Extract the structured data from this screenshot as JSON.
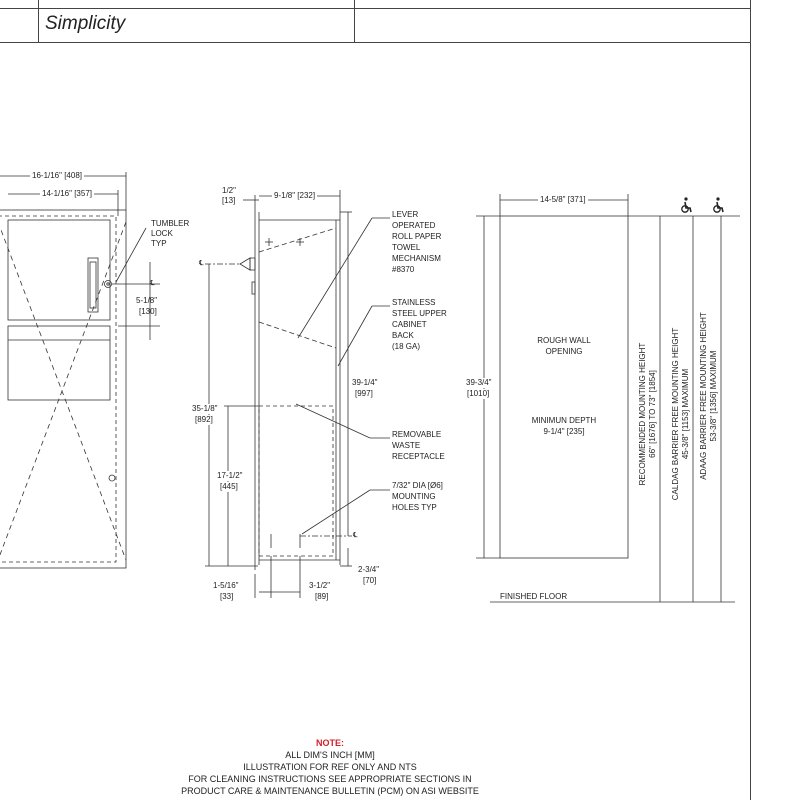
{
  "header": {
    "title": "Simplicity"
  },
  "view_front": {
    "dim_overall_width": "16-1/16\" [408]",
    "dim_inner_width": "14-1/16\" [357]",
    "callout_lock": [
      "TUMBLER",
      "LOCK",
      "TYP"
    ],
    "dim_lock_offset": [
      "5-1/8\"",
      "[130]"
    ],
    "centerline_mark": "℄"
  },
  "view_side": {
    "dim_flange": [
      "1/2\"",
      "[13]"
    ],
    "dim_depth": "9-1/8\" [232]",
    "dim_upper": [
      "39-1/4\"",
      "[997]"
    ],
    "dim_centerline_height": [
      "35-1/8\"",
      "[892]"
    ],
    "dim_waste": [
      "17-1/2\"",
      "[445]"
    ],
    "dim_bottom_offset": [
      "2-3/4\"",
      "[70]"
    ],
    "dim_hole_left": [
      "1-5/16\"",
      "[33]"
    ],
    "dim_hole_spacing": [
      "3-1/2\"",
      "[89]"
    ],
    "callouts": {
      "lever": [
        "LEVER",
        "OPERATED",
        "ROLL PAPER",
        "TOWEL",
        "MECHANISM",
        "#8370"
      ],
      "back": [
        "STAINLESS",
        "STEEL UPPER",
        "CABINET",
        "BACK",
        "(18 GA)"
      ],
      "waste": [
        "REMOVABLE",
        "WASTE",
        "RECEPTACLE"
      ],
      "holes": [
        "7/32\" DIA [Ø6]",
        "MOUNTING",
        "HOLES TYP"
      ]
    }
  },
  "view_opening": {
    "dim_width": "14-5/8\" [371]",
    "dim_height": [
      "39-3/4\"",
      "[1010]"
    ],
    "label_opening": [
      "ROUGH WALL",
      "OPENING"
    ],
    "label_depth": [
      "MINIMUN DEPTH",
      "9-1/4\" [235]"
    ],
    "finished_floor": "FINISHED FLOOR",
    "heights": [
      [
        "RECOMMENDED MOUNTING HEIGHT",
        "66\" [1676] TO 73\" [1854]"
      ],
      [
        "CALDAG BARRIER FREE MOUNTING HEIGHT",
        "45-3/8\" [1153] MAXIMUM"
      ],
      [
        "ADAAG BARRIER FREE MOUNTING HEIGHT",
        "53-3/8\" [1356] MAXIMUM"
      ]
    ],
    "accessibility_icon": "wheelchair-icon"
  },
  "note": {
    "heading": "NOTE:",
    "lines": [
      "ALL DIM'S INCH [MM]",
      "ILLUSTRATION FOR REF ONLY AND NTS",
      "FOR CLEANING INSTRUCTIONS SEE APPROPRIATE SECTIONS IN",
      "PRODUCT CARE & MAINTENANCE BULLETIN (PCM) ON ASI WEBSITE"
    ]
  }
}
